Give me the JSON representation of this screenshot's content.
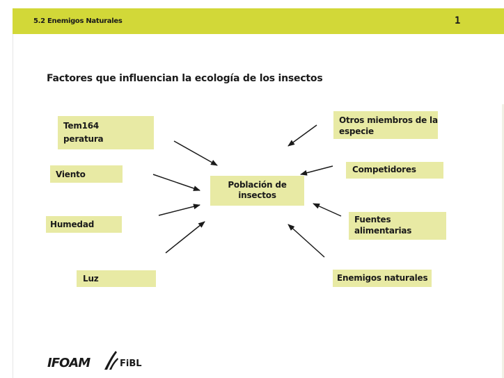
{
  "header": {
    "section_label": "5.2 Enemigos Naturales",
    "page_number": "1"
  },
  "title": "Factores que influencian la ecología de los insectos",
  "center": {
    "line1": "Población de",
    "line2": "insectos"
  },
  "factors": {
    "temperatura": {
      "line1": "Tem164",
      "line2": "peratura"
    },
    "viento": "Viento",
    "humedad": "Humedad",
    "luz": "Luz",
    "otros": {
      "line1": "Otros miembros de la",
      "line2": "especie"
    },
    "competidores": "Competidores",
    "fuentes": {
      "line1": "Fuentes",
      "line2": "alimentarias"
    },
    "enemigos": "Enemigos naturales"
  },
  "logos": {
    "ifoam": "IFOAM",
    "fibl": "FiBL"
  },
  "colors": {
    "header_band": "#d2d838",
    "box_fill": "#e8eaa4",
    "text": "#1a1a1a"
  }
}
